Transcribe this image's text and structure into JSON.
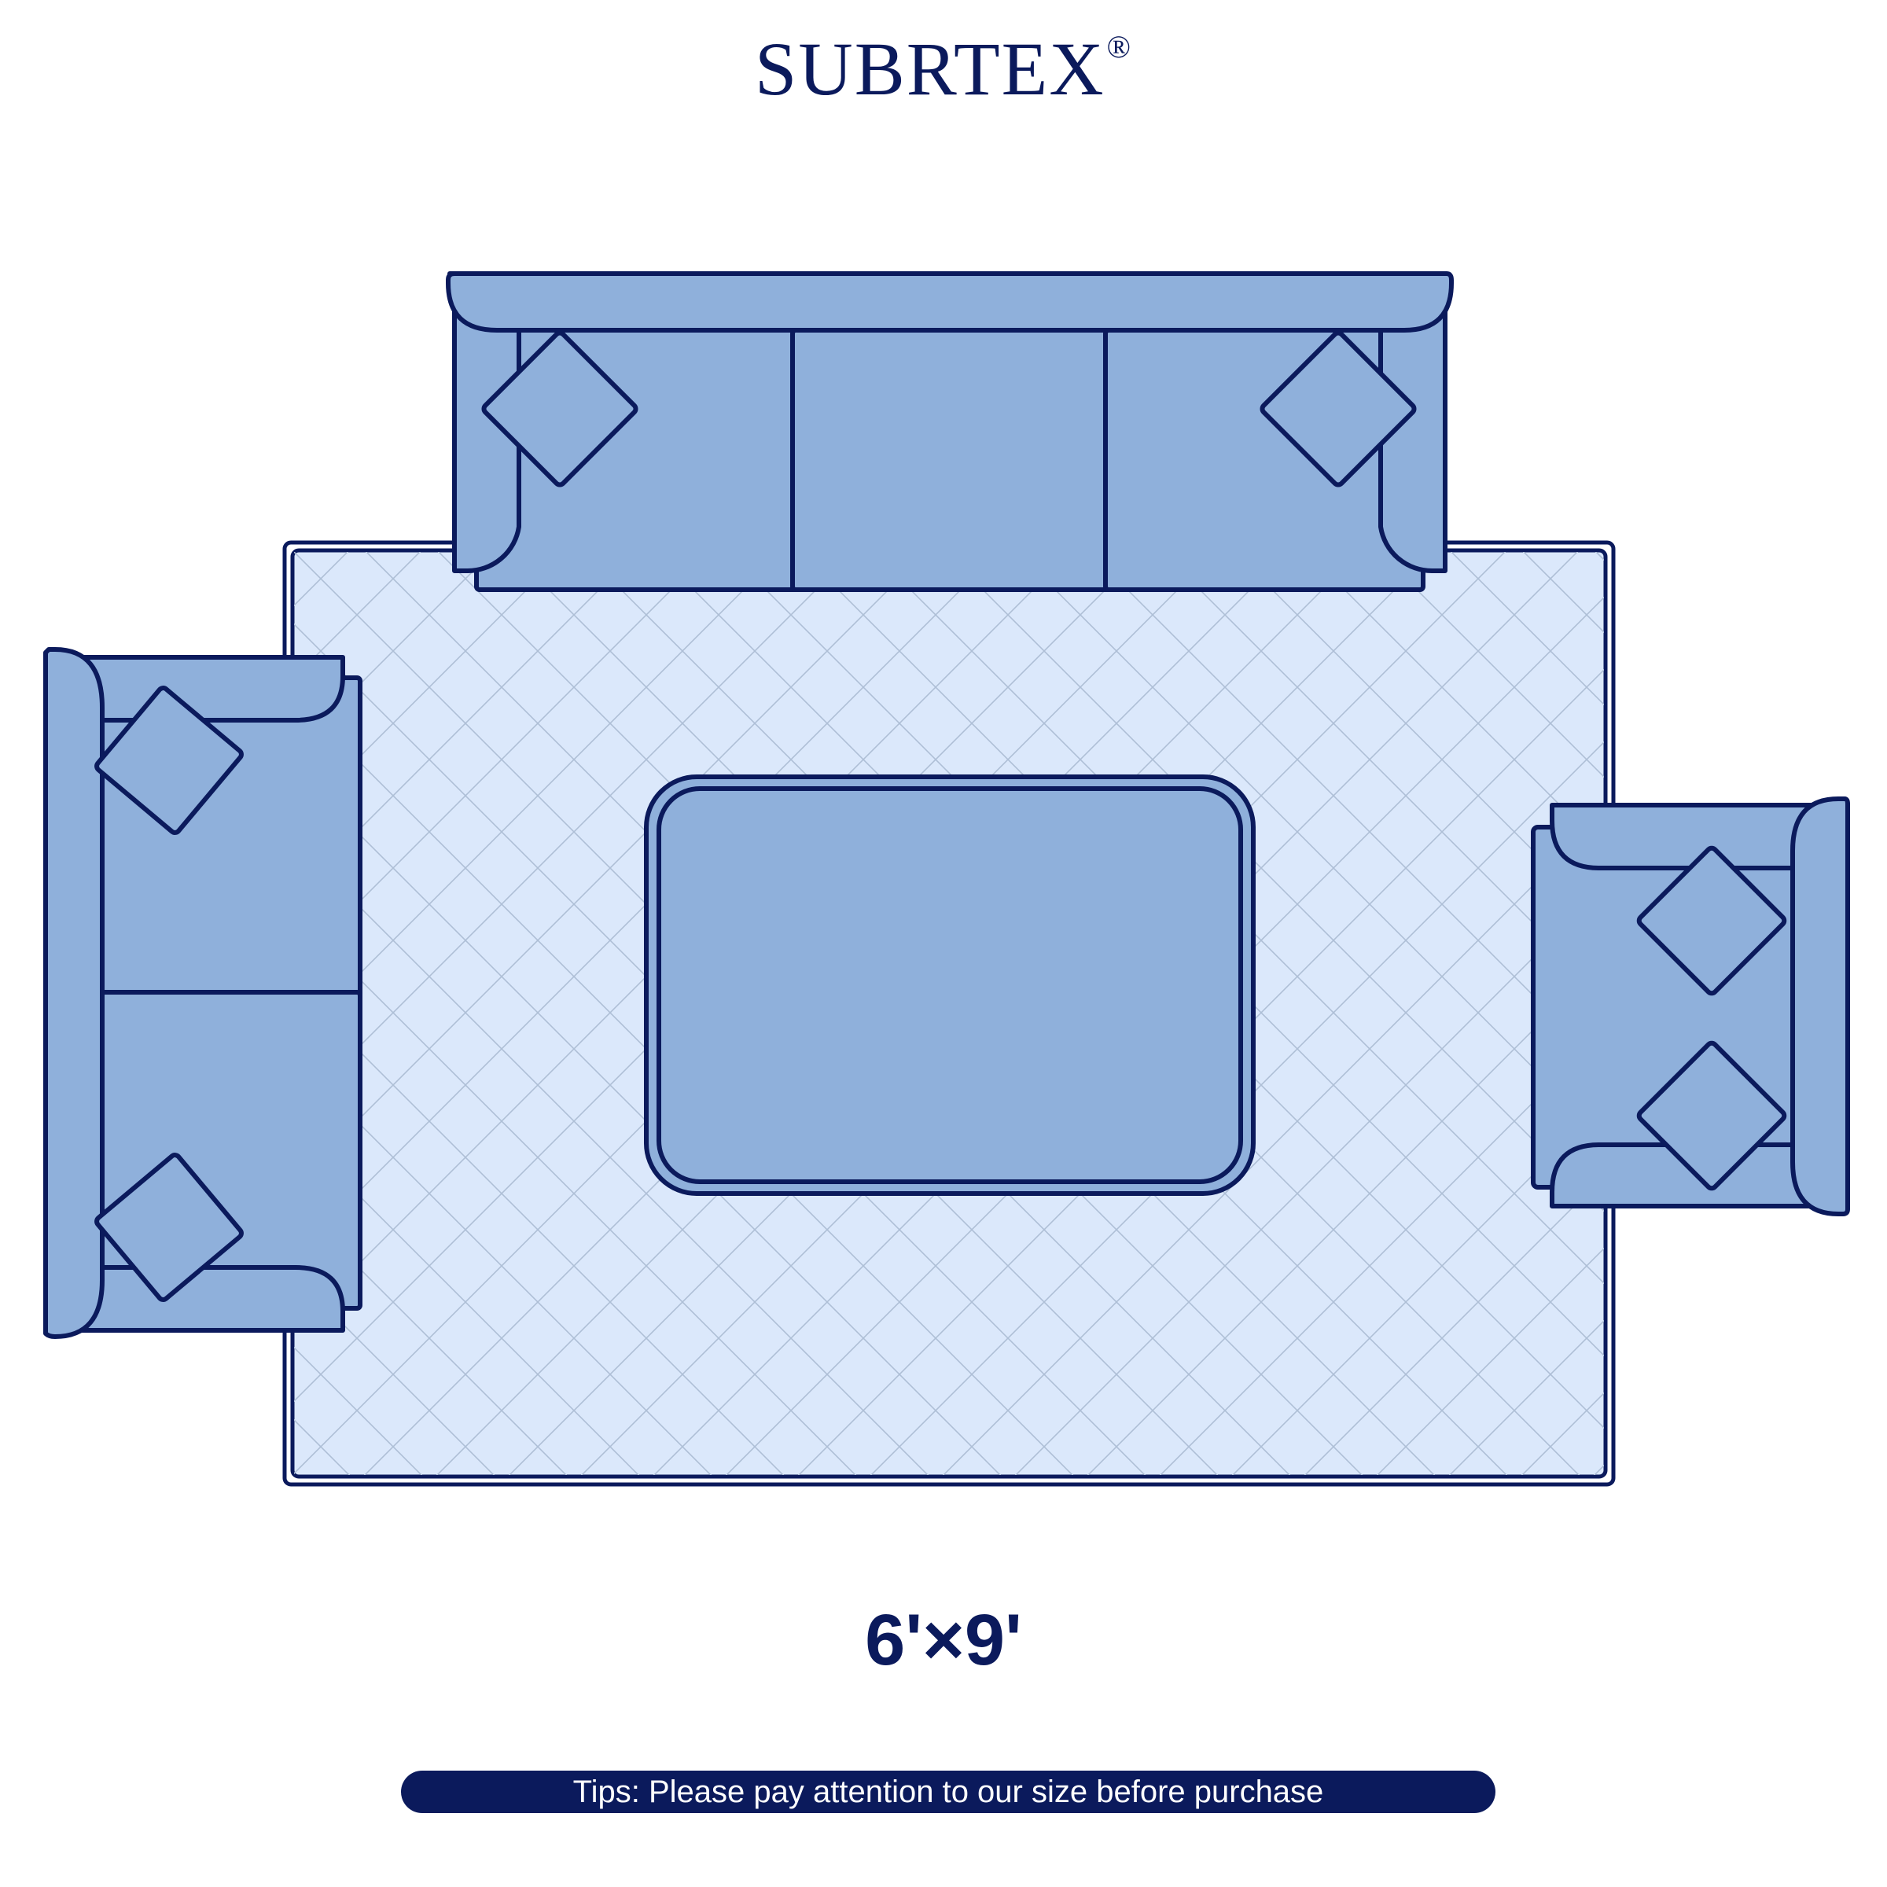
{
  "brand": {
    "name": "SUBRTEX",
    "mark": "®"
  },
  "rug": {
    "size": "6'×9'"
  },
  "tips": {
    "text": "Tips: Please pay attention to our size before purchase"
  },
  "colors": {
    "navy": "#0b1a5c",
    "furniture": "#8fb0db",
    "rug": "#dbe8fb",
    "rug_pattern": "#aebfd6",
    "background": "#ffffff"
  },
  "icons": {
    "sofa": "three-seat-sofa",
    "loveseat": "two-seat-loveseat",
    "chair": "armchair",
    "table": "coffee-table",
    "rug": "area-rug",
    "pillow": "throw-pillow"
  }
}
